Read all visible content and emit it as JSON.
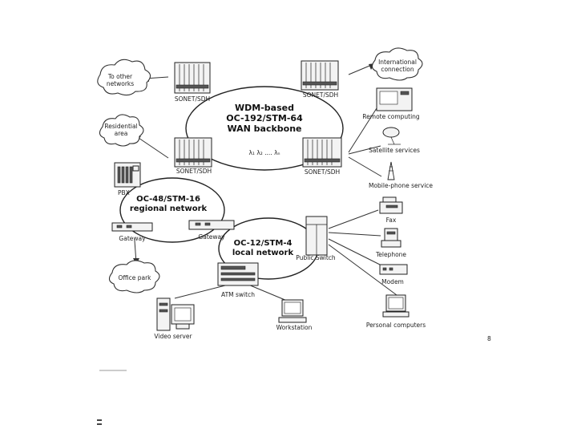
{
  "backbone": {
    "line1": "WDM-based",
    "line2": "OC-192/STM-64",
    "line3": "WAN backbone",
    "squiggle": "λ₁ λ₂ .... λₙ"
  },
  "regional": {
    "line1": "OC-48/STM-16",
    "line2": "regional network"
  },
  "local": {
    "line1": "OC-12/STM-4",
    "line2": "local network"
  },
  "clouds": {
    "other_networks": [
      "To other",
      "networks"
    ],
    "international": [
      "International",
      "connection"
    ],
    "residential": [
      "Residential",
      "area"
    ],
    "office_park": "Office park"
  },
  "devices": {
    "sonet_tl": "SONET/SDH",
    "sonet_tr": "SONET/SDH",
    "sonet_bl": "SONET/SDH",
    "sonet_br": "SONET/SDH",
    "pbx": "PBX",
    "gateway_left": "Gateway",
    "gateway_right": "Gateway",
    "public_switch": "Public Switch",
    "atm_switch": "ATM switch",
    "video_server": "Video server",
    "workstation": "Workstation"
  },
  "services": {
    "remote_computing": "Remote computing",
    "satellite": "Satellite services",
    "mobile": "Mobile-phone service",
    "fax": "Fax",
    "telephone": "Telephone",
    "modem": "Modem",
    "personal_computers": "Personal computers"
  },
  "page_mark": "8"
}
